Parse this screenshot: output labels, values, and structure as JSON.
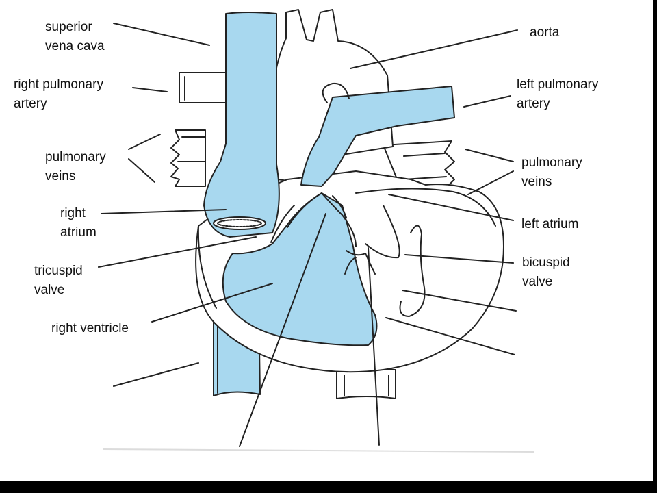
{
  "labels": {
    "superior_vena_cava": [
      "superior",
      "vena cava"
    ],
    "aorta": [
      "aorta"
    ],
    "right_pulmonary_artery": [
      "right pulmonary",
      "artery"
    ],
    "left_pulmonary_artery": [
      "left pulmonary",
      "artery"
    ],
    "pulmonary_veins_left_side": [
      "pulmonary",
      "veins"
    ],
    "pulmonary_veins_right_side": [
      "pulmonary",
      "veins"
    ],
    "right_atrium": [
      "right",
      "atrium"
    ],
    "left_atrium": [
      "left atrium"
    ],
    "tricuspid_valve": [
      "tricuspid",
      "valve"
    ],
    "bicuspid_valve": [
      "bicuspid",
      "valve"
    ],
    "right_ventricle": [
      "right ventricle"
    ]
  },
  "colors": {
    "deoxygenated_blood": "#a8d8ef",
    "outline": "#222222",
    "background": "#ffffff",
    "frame": "#000000"
  }
}
